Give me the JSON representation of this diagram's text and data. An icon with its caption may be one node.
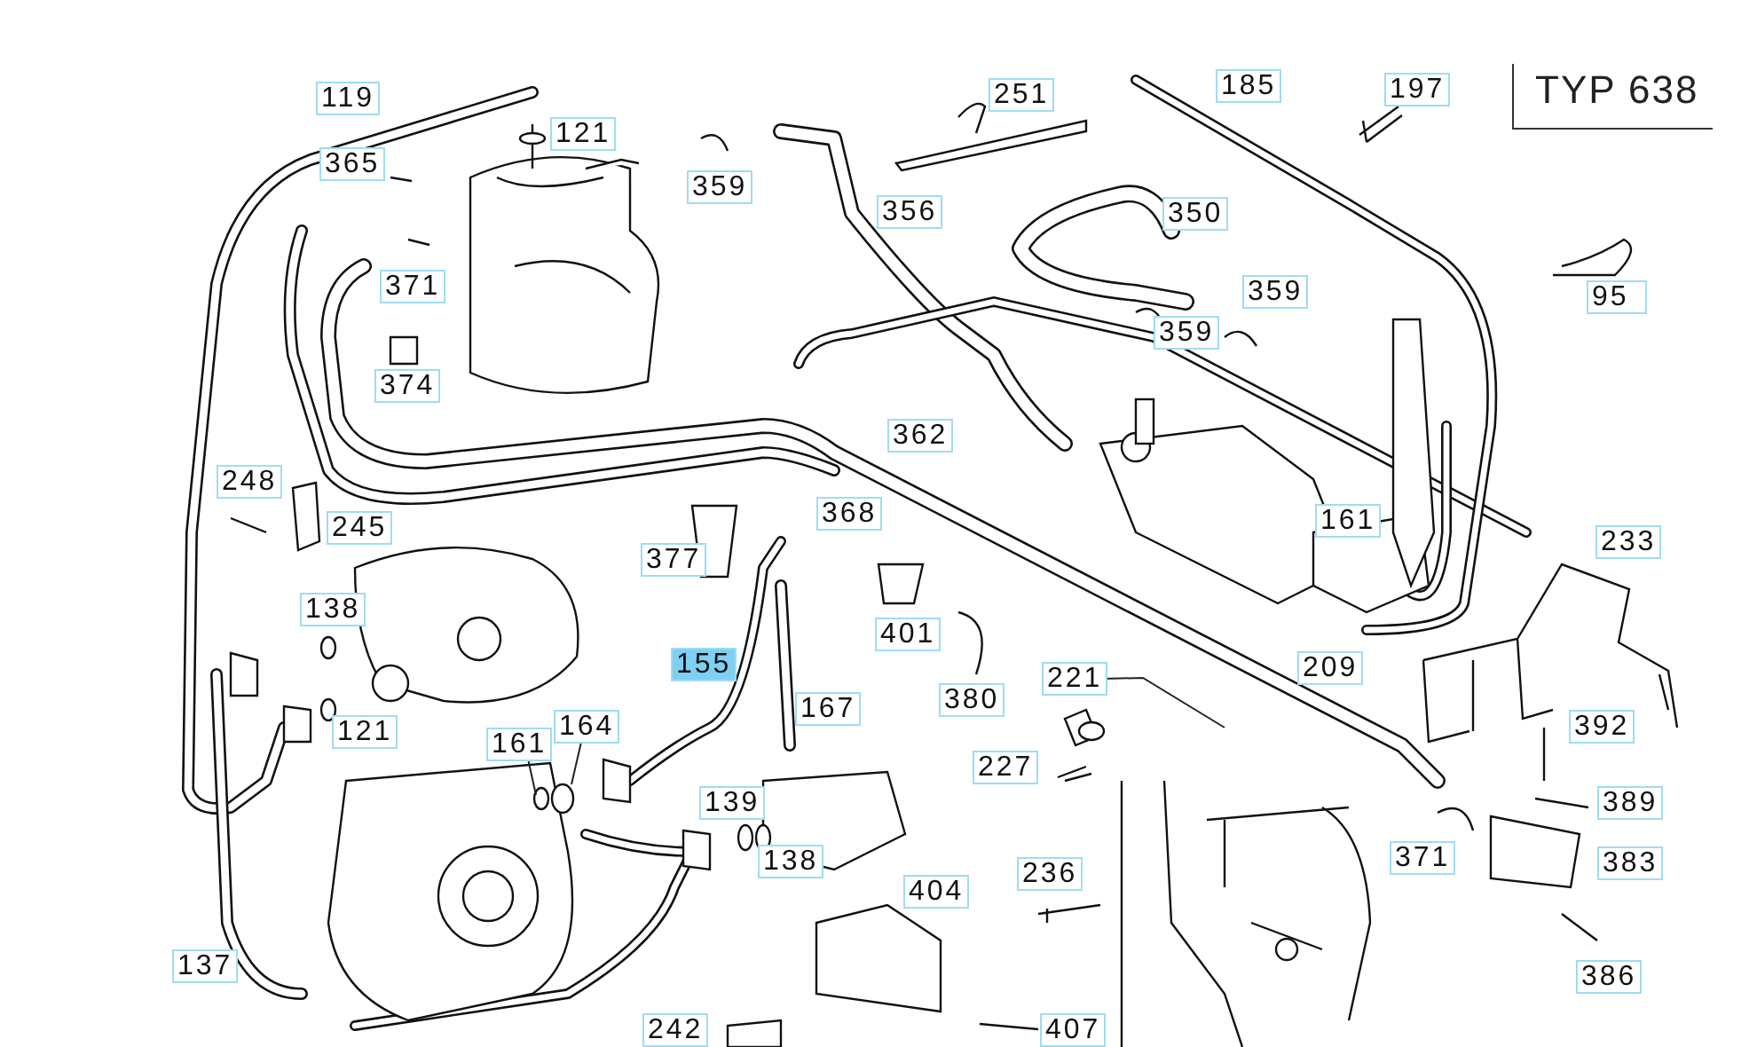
{
  "diagram": {
    "title": "TYP 638",
    "nodes": [
      {
        "text": [
          "119"
        ]
      },
      {
        "text": [
          "121"
        ]
      },
      {
        "text": [
          "251"
        ]
      },
      {
        "text": [
          "185"
        ]
      },
      {
        "text": [
          "197"
        ]
      },
      {
        "text": [
          "365"
        ]
      },
      {
        "text": [
          "359"
        ]
      },
      {
        "text": [
          "356"
        ]
      },
      {
        "text": [
          "350"
        ]
      },
      {
        "text": [
          "371"
        ]
      },
      {
        "text": [
          "359"
        ]
      },
      {
        "text": [
          "95"
        ]
      },
      {
        "text": [
          "359"
        ]
      },
      {
        "text": [
          "374"
        ]
      },
      {
        "text": [
          "362"
        ]
      },
      {
        "text": [
          "248"
        ]
      },
      {
        "text": [
          "368"
        ]
      },
      {
        "text": [
          "245"
        ]
      },
      {
        "text": [
          "161"
        ]
      },
      {
        "text": [
          "233"
        ]
      },
      {
        "text": [
          "377"
        ]
      },
      {
        "text": [
          "138"
        ]
      },
      {
        "text": [
          "401"
        ]
      },
      {
        "text": [
          "155"
        ]
      },
      {
        "text": [
          "209"
        ]
      },
      {
        "text": [
          "221"
        ]
      },
      {
        "text": [
          "380"
        ]
      },
      {
        "text": [
          "167"
        ]
      },
      {
        "text": [
          "164"
        ]
      },
      {
        "text": [
          "121"
        ]
      },
      {
        "text": [
          "392"
        ]
      },
      {
        "text": [
          "161"
        ]
      },
      {
        "text": [
          "227"
        ]
      },
      {
        "text": [
          "139"
        ]
      },
      {
        "text": [
          "389"
        ]
      },
      {
        "text": [
          "138"
        ]
      },
      {
        "text": [
          "371"
        ]
      },
      {
        "text": [
          "383"
        ]
      },
      {
        "text": [
          "404"
        ]
      },
      {
        "text": [
          "236"
        ]
      },
      {
        "text": [
          "137"
        ]
      },
      {
        "text": [
          "386"
        ]
      },
      {
        "text": [
          "242"
        ]
      },
      {
        "text": [
          "407"
        ]
      }
    ],
    "edges": [
      {
        "from": 28,
        "to": null,
        "arrow": "none"
      },
      {
        "from": 31,
        "to": null,
        "arrow": "none"
      },
      {
        "from": 25,
        "to": null,
        "arrow": "none"
      }
    ]
  }
}
